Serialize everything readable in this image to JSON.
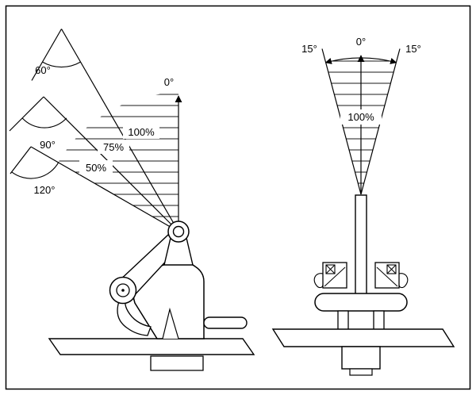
{
  "diagram": {
    "title_hint": "lifting-clamp load angle capacity diagram",
    "side_view": {
      "zero_label": "0°",
      "angle_60": "60°",
      "angle_90": "90°",
      "angle_120": "120°",
      "load_100": "100%",
      "load_75": "75%",
      "load_50": "50%"
    },
    "front_view": {
      "zero_label": "0°",
      "angle_left_15": "15°",
      "angle_right_15": "15°",
      "load_100": "100%"
    },
    "colors": {
      "ink": "#000000",
      "paper": "#ffffff"
    }
  }
}
